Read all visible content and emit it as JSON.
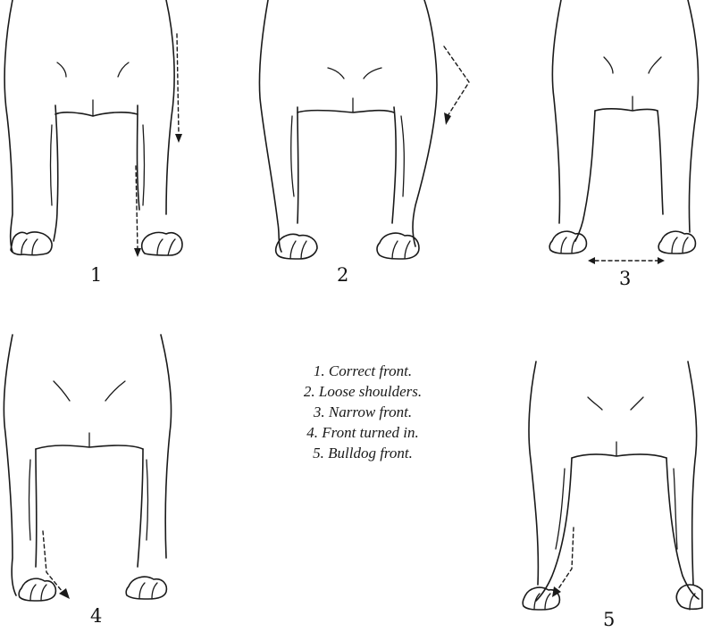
{
  "figures": [
    {
      "number": "1"
    },
    {
      "number": "2"
    },
    {
      "number": "3"
    },
    {
      "number": "4"
    },
    {
      "number": "5"
    }
  ],
  "legend": [
    "1. Correct front.",
    "2. Loose shoulders.",
    "3. Narrow front.",
    "4. Front turned in.",
    "5. Bulldog front."
  ]
}
